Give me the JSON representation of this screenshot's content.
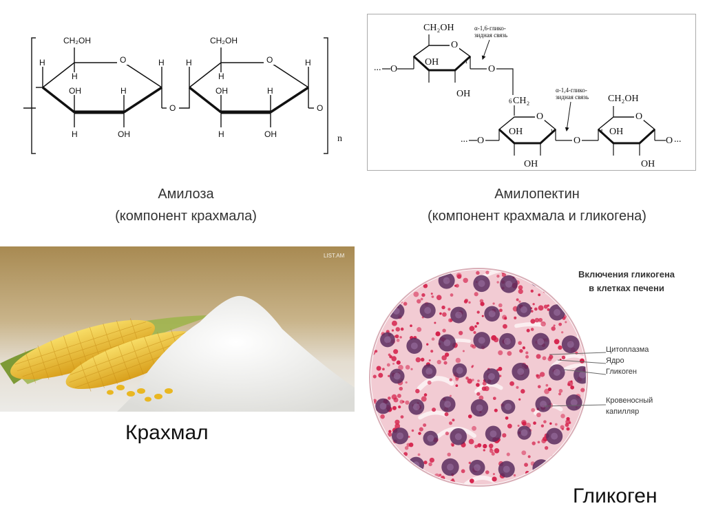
{
  "amylose": {
    "caption_name": "Амилоза",
    "caption_desc": "(компонент крахмала)",
    "labels": {
      "ch2oh": "CH₂OH",
      "h": "H",
      "oh": "OH",
      "o": "O",
      "n": "n"
    }
  },
  "amylopectin": {
    "caption_name": "Амилопектин",
    "caption_desc": "(компонент крахмала и гликогена)",
    "bond16_line1": "α-1,6-глико-",
    "bond16_line2": "зидная связь",
    "bond14_line1": "α-1,4-глико-",
    "bond14_line2": "зидная связь",
    "ch2": "CH₂",
    "ch2oh": "CH₂OH",
    "oh": "OH",
    "o": "O",
    "dots": "...",
    "num1": "1",
    "num4": "4",
    "num6": "6"
  },
  "starch": {
    "watermark": "LIST.AM",
    "caption": "Крахмал"
  },
  "glycogen": {
    "title_line1": "Включения гликогена",
    "title_line2": "в клетках печени",
    "label_cytoplasm": "Цитоплазма",
    "label_nucleus": "Ядро",
    "label_glycogen": "Гликоген",
    "label_capillary_line1": "Кровеносный",
    "label_capillary_line2": "капилляр",
    "caption": "Гликоген"
  },
  "colors": {
    "tissue_bg": "#f2cbd3",
    "nucleus": "#5a2d5e",
    "granule": "#d4204a",
    "corn": "#f0c73a",
    "powder": "#f7f7f5"
  }
}
